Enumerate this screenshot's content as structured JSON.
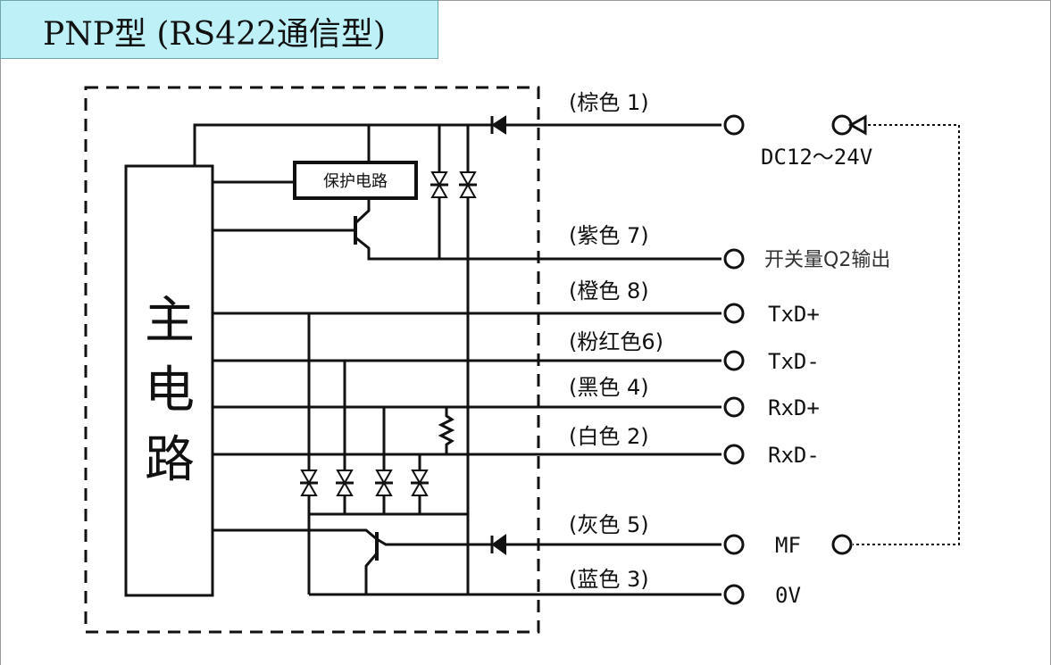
{
  "title": "PNP型 (RS422通信型)",
  "main_circuit": [
    "主",
    "电",
    "路"
  ],
  "protection_circuit": "保护电路",
  "wires": [
    {
      "color_label": "(棕色 1)",
      "signal": "DC12～24V"
    },
    {
      "color_label": "(紫色 7)",
      "signal": "开关量Q2输出"
    },
    {
      "color_label": "(橙色 8)",
      "signal": "TxD+"
    },
    {
      "color_label": "(粉红色6)",
      "signal": "TxD-"
    },
    {
      "color_label": "(黑色 4)",
      "signal": "RxD+"
    },
    {
      "color_label": "(白色 2)",
      "signal": "RxD-"
    },
    {
      "color_label": "(灰色 5)",
      "signal": "MF"
    },
    {
      "color_label": "(蓝色 3)",
      "signal": "0V"
    }
  ],
  "colors": {
    "title_bg": "#bdf1f7",
    "line": "#111111"
  }
}
